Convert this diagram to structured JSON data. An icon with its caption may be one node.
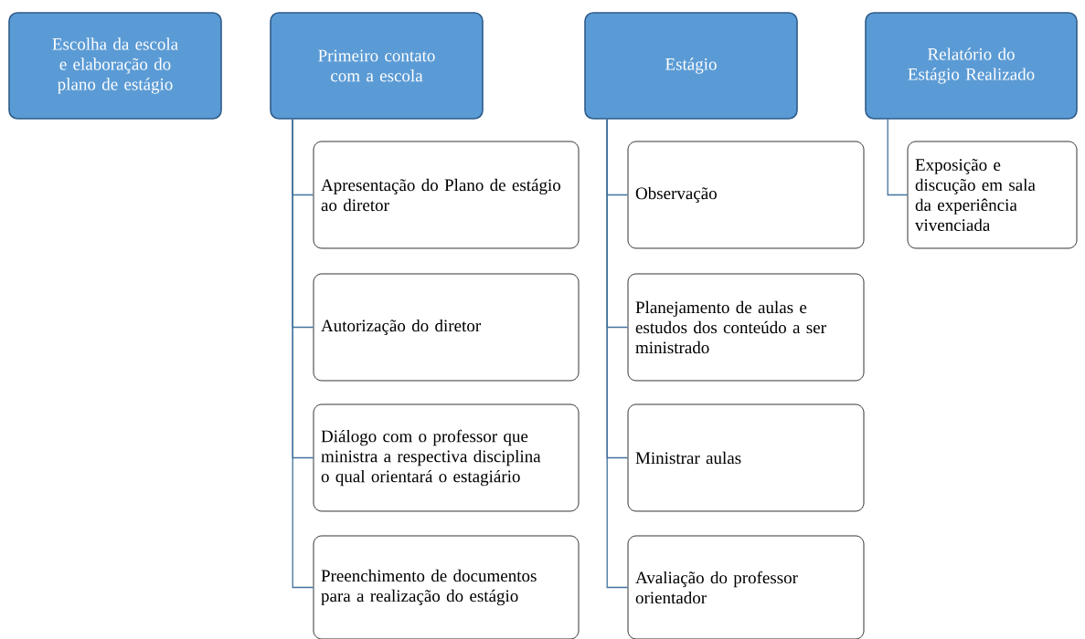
{
  "diagram": {
    "nodes": [
      {
        "text": [
          "Escolha da escola e elaboração do plano de estágio"
        ]
      },
      {
        "text": [
          "Primeiro contato com a escola"
        ]
      },
      {
        "text": [
          "Apresentação do Plano de estágio ao diretor"
        ]
      },
      {
        "text": [
          "Autorização do diretor"
        ]
      },
      {
        "text": [
          "Diálogo com o professor que ministra a respectiva disciplina o qual orientará o estagiário"
        ]
      },
      {
        "text": [
          "Preenchimento de documentos para a realização do estágio"
        ]
      },
      {
        "text": [
          "Estágio"
        ]
      },
      {
        "text": [
          "Observação"
        ]
      },
      {
        "text": [
          "Planejamento de aulas e estudos dos conteúdo a ser ministrado"
        ]
      },
      {
        "text": [
          "Ministrar aulas"
        ]
      },
      {
        "text": [
          "Avaliação do professor orientador"
        ]
      },
      {
        "text": [
          "Relatório do Estágio Realizado"
        ]
      },
      {
        "text": [
          "Exposição e discução em sala da experiência vivenciada"
        ]
      }
    ],
    "edges": [
      {
        "from": 1,
        "to": 2,
        "arrow": "none"
      },
      {
        "from": 1,
        "to": 3,
        "arrow": "none"
      },
      {
        "from": 1,
        "to": 4,
        "arrow": "none"
      },
      {
        "from": 1,
        "to": 5,
        "arrow": "none"
      },
      {
        "from": 6,
        "to": 7,
        "arrow": "none"
      },
      {
        "from": 6,
        "to": 8,
        "arrow": "none"
      },
      {
        "from": 6,
        "to": 9,
        "arrow": "none"
      },
      {
        "from": 6,
        "to": 10,
        "arrow": "none"
      },
      {
        "from": 11,
        "to": 12,
        "arrow": "none"
      }
    ]
  }
}
